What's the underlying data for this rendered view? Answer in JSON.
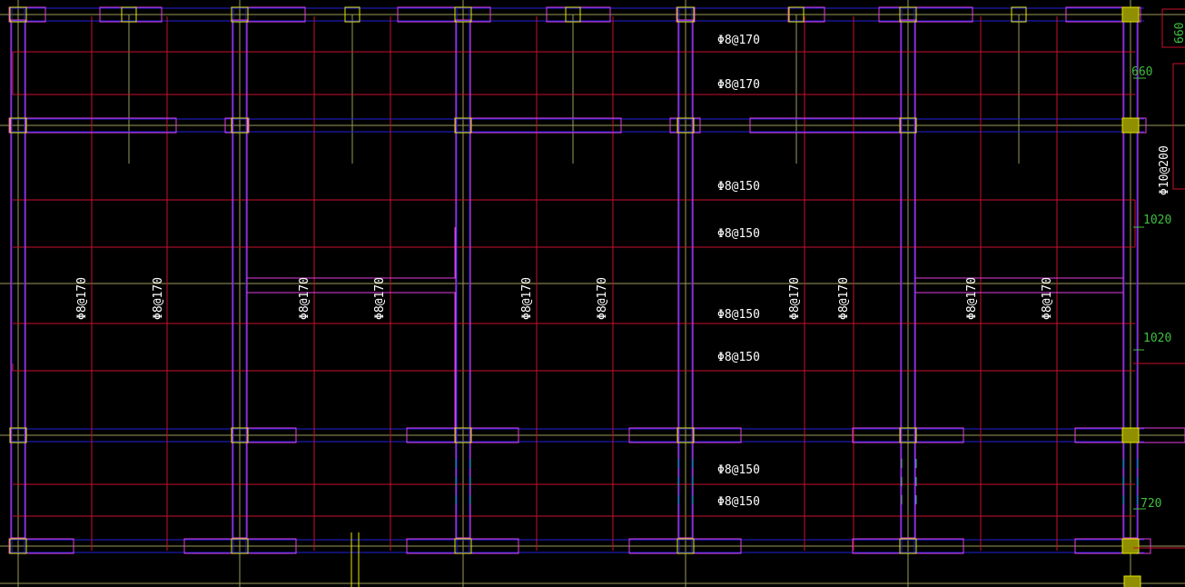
{
  "colors": {
    "background": "#000000",
    "rebar_red": "#c8102e",
    "grid_blue": "#2222dd",
    "beam_magenta": "#e040e0",
    "column_yellow": "#e6e600",
    "column_fill": "#8f8f00",
    "axis_gray": "#9a9a5a",
    "text_white": "#ffffff",
    "dimension_green": "#3fbf3f",
    "hidden_cyan": "#20b0a0"
  },
  "labels": {
    "h_top_1": "Φ8@170",
    "h_top_2": "Φ8@170",
    "h_mid_1": "Φ8@150",
    "h_mid_2": "Φ8@150",
    "h_mid_3": "Φ8@150",
    "h_mid_4": "Φ8@150",
    "h_bot_1": "Φ8@150",
    "h_bot_2": "Φ8@150",
    "v_170": "Φ8@170",
    "right_vertical": "Φ10@200"
  },
  "dimensions": {
    "d_660_top": "660",
    "d_660": "660",
    "d_1020_a": "1020",
    "d_1020_b": "1020",
    "d_720": "720"
  }
}
